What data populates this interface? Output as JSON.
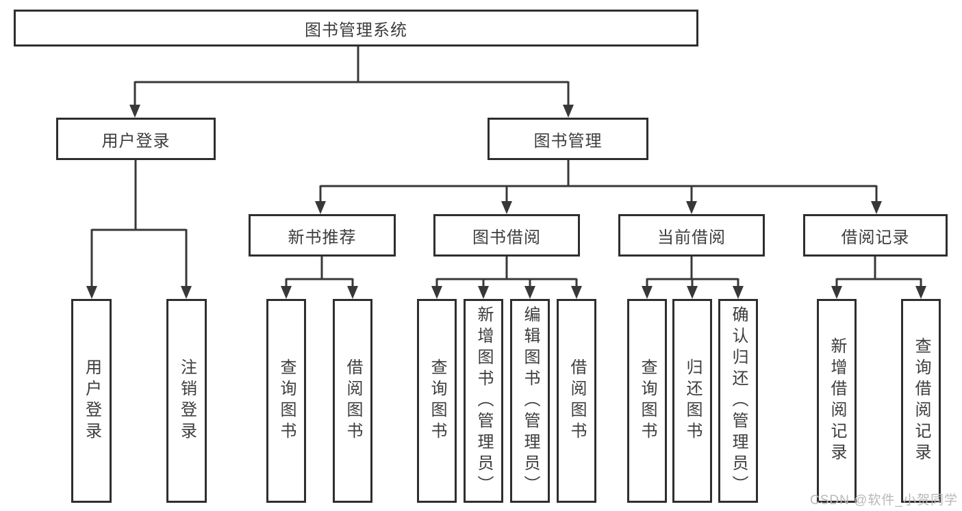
{
  "diagram": {
    "title": "图书管理系统",
    "tree": {
      "root": "图书管理系统",
      "branches": [
        {
          "label": "用户登录",
          "children": [
            "用户登录",
            "注销登录"
          ]
        },
        {
          "label": "图书管理",
          "groups": [
            {
              "label": "新书推荐",
              "children": [
                "查询图书",
                "借阅图书"
              ]
            },
            {
              "label": "图书借阅",
              "children": [
                "查询图书",
                "新增图书（管理员）",
                "编辑图书（管理员）",
                "借阅图书"
              ]
            },
            {
              "label": "当前借阅",
              "children": [
                "查询图书",
                "归还图书",
                "确认归还（管理员）"
              ]
            },
            {
              "label": "借阅记录",
              "children": [
                "新增借阅记录",
                "查询借阅记录"
              ]
            }
          ]
        }
      ]
    },
    "colors": {
      "line": "#383838",
      "box_border": "#2e2e2e",
      "box_background": "#ffffff",
      "text": "#3d3d3d",
      "watermark": "#b8b8b8"
    }
  },
  "watermark": {
    "text": "CSDN @软件_小贺同学"
  }
}
